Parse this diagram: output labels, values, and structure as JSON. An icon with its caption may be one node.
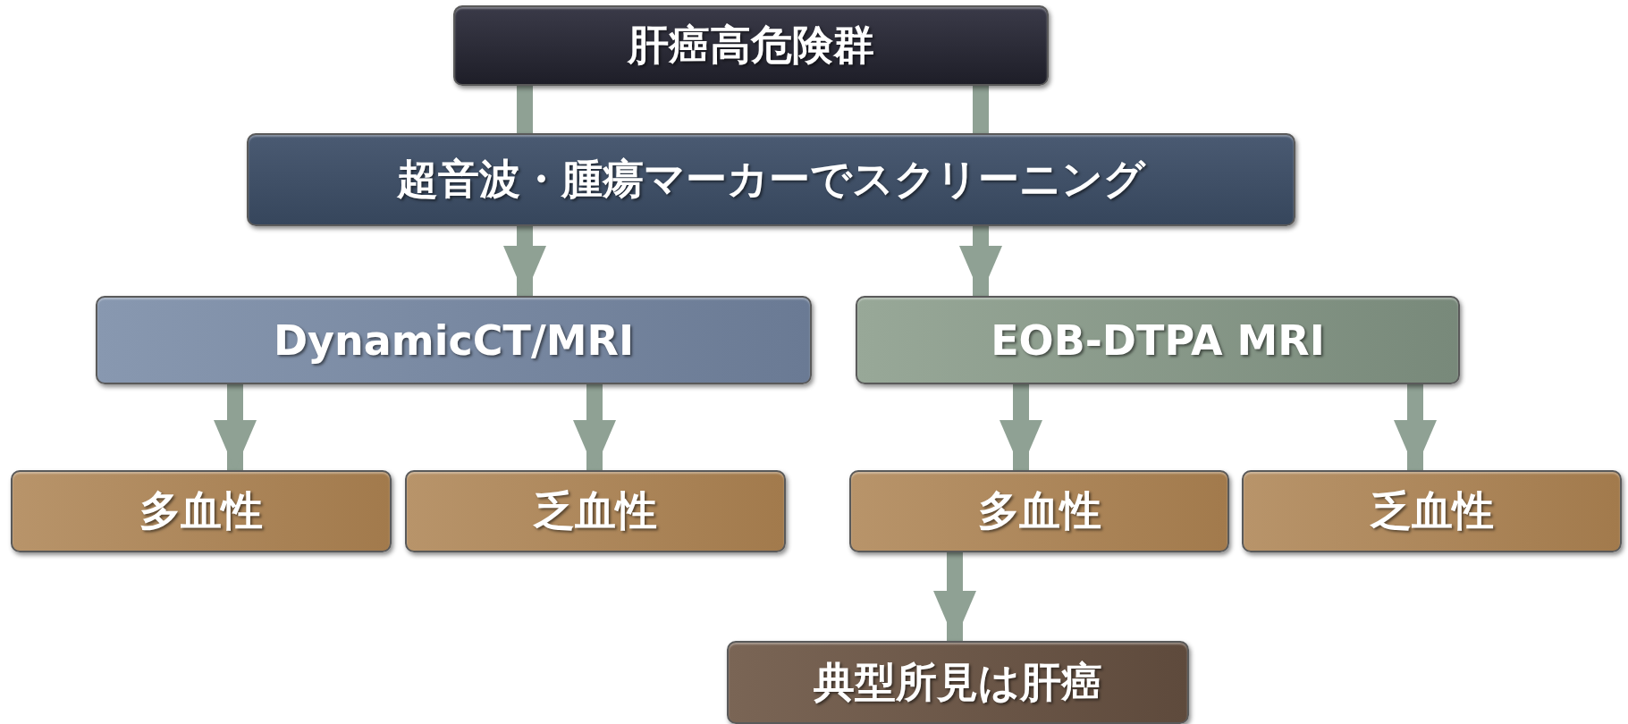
{
  "diagram": {
    "nodes": [
      {
        "text": [
          "肝癌高危険群"
        ]
      },
      {
        "text": [
          "超音波・腫瘍マーカーでスクリーニング"
        ]
      },
      {
        "text": [
          "DynamicCT/MRI"
        ]
      },
      {
        "text": [
          "EOB-DTPA MRI"
        ]
      },
      {
        "text": [
          "多血性"
        ]
      },
      {
        "text": [
          "乏血性"
        ]
      },
      {
        "text": [
          "多血性"
        ]
      },
      {
        "text": [
          "乏血性"
        ]
      },
      {
        "text": [
          "典型所見は肝癌"
        ]
      }
    ],
    "edges": [
      {
        "from": 0,
        "to": 1,
        "arrow": "none"
      },
      {
        "from": 0,
        "to": 1,
        "arrow": "none"
      },
      {
        "from": 1,
        "to": 2,
        "arrow": "to"
      },
      {
        "from": 1,
        "to": 3,
        "arrow": "to"
      },
      {
        "from": 2,
        "to": 4,
        "arrow": "to"
      },
      {
        "from": 2,
        "to": 5,
        "arrow": "to"
      },
      {
        "from": 3,
        "to": 6,
        "arrow": "to"
      },
      {
        "from": 3,
        "to": 7,
        "arrow": "to"
      },
      {
        "from": 6,
        "to": 8,
        "arrow": "to"
      }
    ]
  }
}
